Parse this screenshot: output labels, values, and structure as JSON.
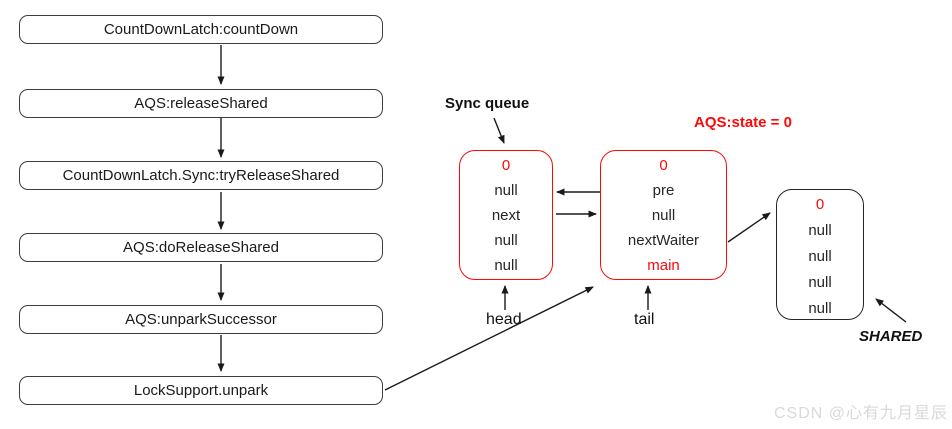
{
  "flowchart": {
    "steps": [
      "CountDownLatch:countDown",
      "AQS:releaseShared",
      "CountDownLatch.Sync:tryReleaseShared",
      "AQS:doReleaseShared",
      "AQS:unparkSuccessor",
      "LockSupport.unpark"
    ]
  },
  "sync_queue": {
    "label": "Sync queue",
    "state_label": "AQS:state = 0",
    "head": {
      "pointer_label": "head",
      "rows": [
        "0",
        "null",
        "next",
        "null",
        "null"
      ]
    },
    "tail": {
      "pointer_label": "tail",
      "rows": [
        "0",
        "pre",
        "null",
        "nextWaiter",
        "main"
      ]
    },
    "shared": {
      "label": "SHARED",
      "rows": [
        "0",
        "null",
        "null",
        "null",
        "null"
      ]
    }
  },
  "watermark": "CSDN @心有九月星辰",
  "colors": {
    "accent_red": "#fb0a0a",
    "flow_border": "#3d3d3d",
    "node_border_black": "#262626",
    "watermark_gray": "#d9d9d9"
  }
}
